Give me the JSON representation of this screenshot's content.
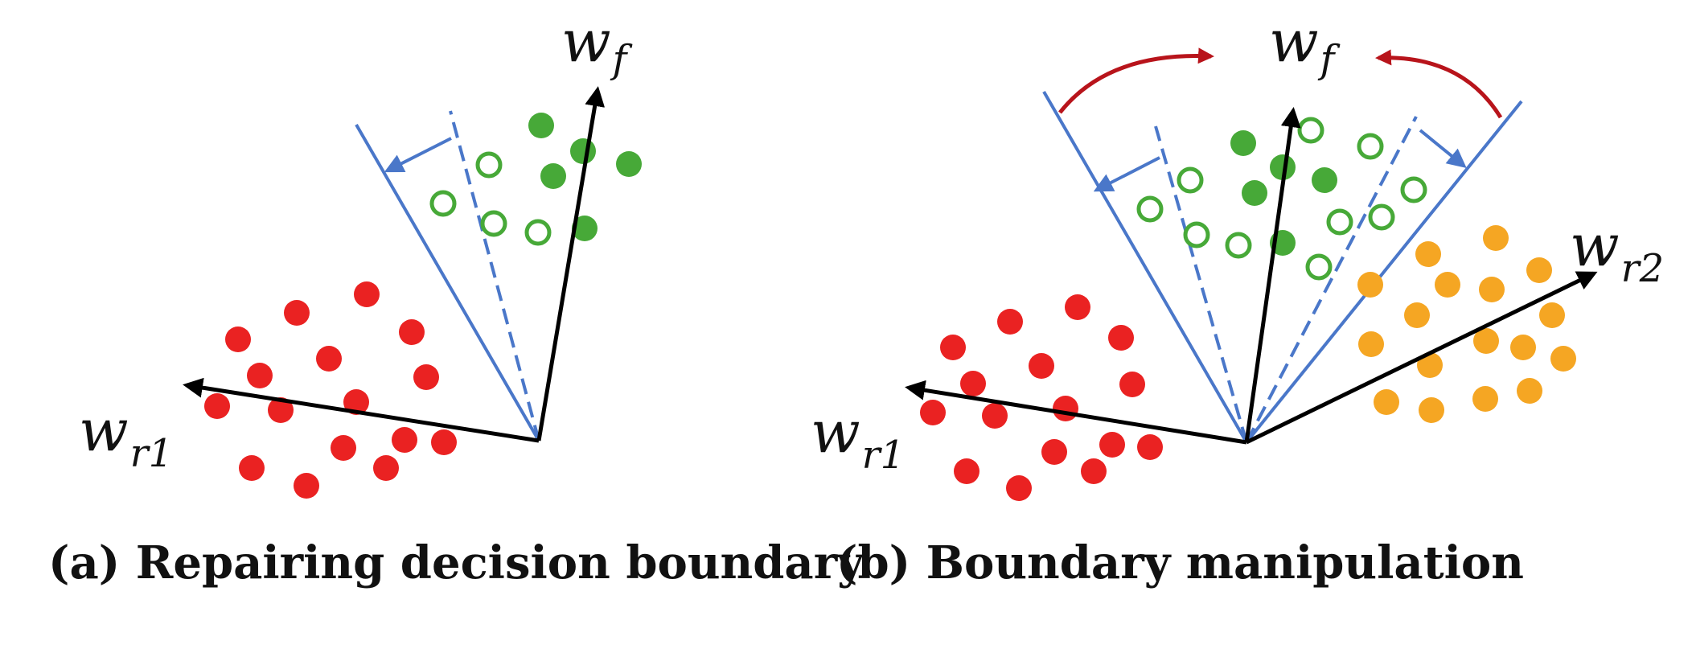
{
  "colors": {
    "boundary": "#4a77c9",
    "vector": "#000000",
    "forget_class": "#47a938",
    "retain_class_1": "#ea2222",
    "retain_class_2": "#f5a623",
    "rotation_arrow": "#b8141b"
  },
  "panel_a": {
    "caption": "(a) Repairing decision boundary",
    "labels": {
      "wf_base": "w",
      "wf_sub": "f",
      "wr1_base": "w",
      "wr1_sub": "r1"
    }
  },
  "panel_b": {
    "caption": "(b) Boundary manipulation",
    "labels": {
      "wf_base": "w",
      "wf_sub": "f",
      "wr1_base": "w",
      "wr1_sub": "r1",
      "wr2_base": "w",
      "wr2_sub": "r2"
    }
  }
}
